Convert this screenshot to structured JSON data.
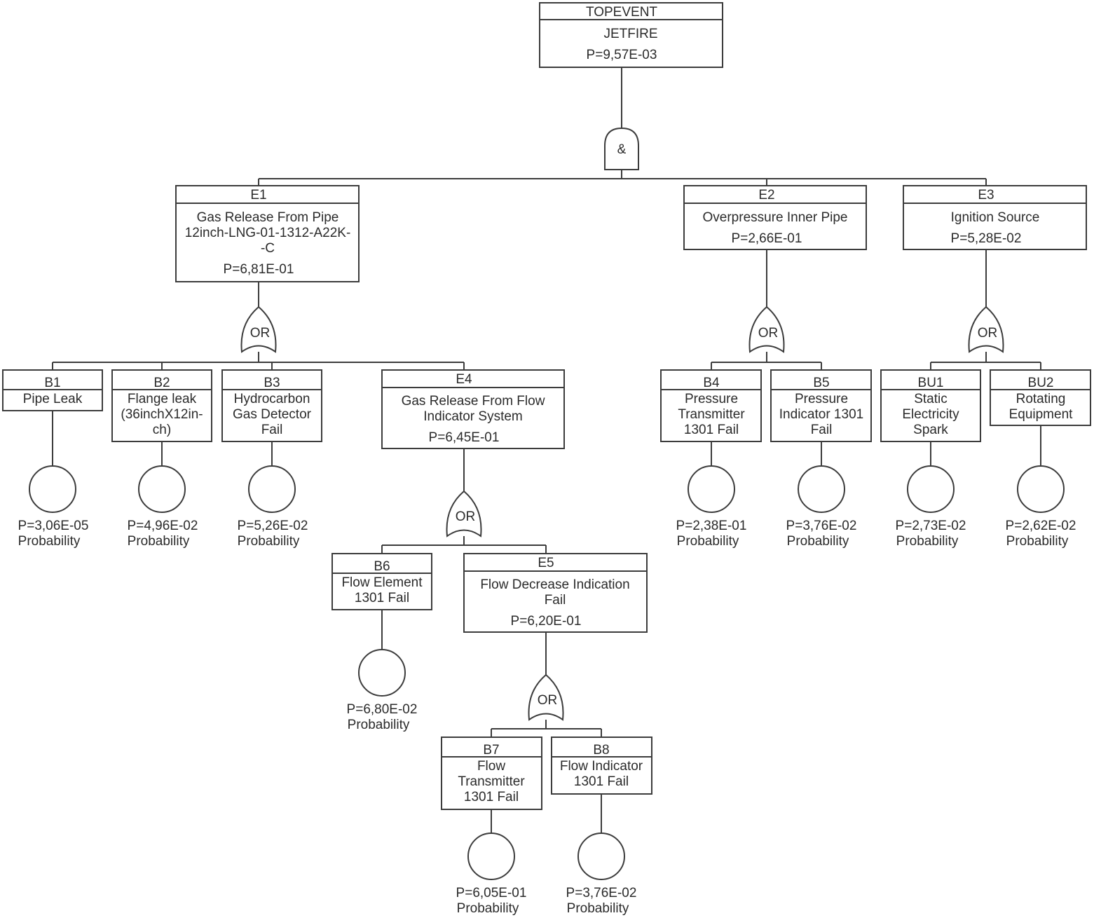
{
  "top": {
    "header": "TOPEVENT",
    "lines": [
      "JETFIRE"
    ],
    "prob": "P=9,57E-03"
  },
  "top_gate": {
    "symbol": "&"
  },
  "e1": {
    "header": "E1",
    "lines": [
      "Gas Release From Pipe",
      "12inch-LNG-01-1312-A22K-",
      "-C"
    ],
    "prob": "P=6,81E-01"
  },
  "e2": {
    "header": "E2",
    "lines": [
      "Overpressure Inner Pipe"
    ],
    "prob": "P=2,66E-01"
  },
  "e3": {
    "header": "E3",
    "lines": [
      "Ignition Source"
    ],
    "prob": "P=5,28E-02"
  },
  "e4": {
    "header": "E4",
    "lines": [
      "Gas Release From Flow",
      "Indicator System"
    ],
    "prob": "P=6,45E-01"
  },
  "e5": {
    "header": "E5",
    "lines": [
      "Flow Decrease Indication",
      "Fail"
    ],
    "prob": "P=6,20E-01"
  },
  "or_label": "OR",
  "b1": {
    "header": "B1",
    "lines": [
      "Pipe Leak"
    ],
    "prob": "P=3,06E-05",
    "label": "Probability"
  },
  "b2": {
    "header": "B2",
    "lines": [
      "Flange leak",
      "(36inchX12in-",
      "ch)"
    ],
    "prob": "P=4,96E-02",
    "label": "Probability"
  },
  "b3": {
    "header": "B3",
    "lines": [
      "Hydrocarbon",
      "Gas Detector",
      "Fail"
    ],
    "prob": "P=5,26E-02",
    "label": "Probability"
  },
  "b4": {
    "header": "B4",
    "lines": [
      "Pressure",
      "Transmitter",
      "1301 Fail"
    ],
    "prob": "P=2,38E-01",
    "label": "Probability"
  },
  "b5": {
    "header": "B5",
    "lines": [
      "Pressure",
      "Indicator 1301",
      "Fail"
    ],
    "prob": "P=3,76E-02",
    "label": "Probability"
  },
  "bu1": {
    "header": "BU1",
    "lines": [
      "Static",
      "Electricity",
      "Spark"
    ],
    "prob": "P=2,73E-02",
    "label": "Probability"
  },
  "bu2": {
    "header": "BU2",
    "lines": [
      "Rotating",
      "Equipment"
    ],
    "prob": "P=2,62E-02",
    "label": "Probability"
  },
  "b6": {
    "header": "B6",
    "lines": [
      "Flow Element",
      "1301 Fail"
    ],
    "prob": "P=6,80E-02",
    "label": "Probability"
  },
  "b7": {
    "header": "B7",
    "lines": [
      "Flow",
      "Transmitter",
      "1301 Fail"
    ],
    "prob": "P=6,05E-01",
    "label": "Probability"
  },
  "b8": {
    "header": "B8",
    "lines": [
      "Flow Indicator",
      "1301 Fail"
    ],
    "prob": "P=3,76E-02",
    "label": "Probability"
  }
}
